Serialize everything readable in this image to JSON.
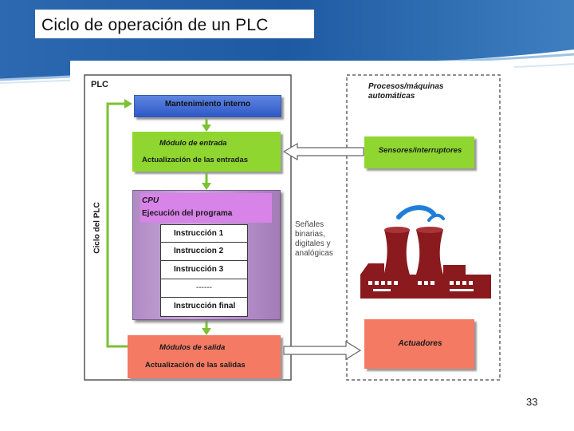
{
  "slide": {
    "title": "Ciclo de operación de un PLC",
    "page_number": "33"
  },
  "colors": {
    "header_blue": "#2a62a8",
    "maintenance_blue": "#2e58c8",
    "green_block": "#8fd630",
    "salmon_block": "#f47a64",
    "cpu_purple": "#b08bc4",
    "cpu_band": "#d783e8",
    "plant_red": "#8a1a1e"
  },
  "diagram": {
    "plc_label": "PLC",
    "cycle_label": "Ciclo del PLC",
    "maintenance": "Mantenimiento interno",
    "input_module": {
      "title": "Módulo de entrada",
      "subtitle": "Actualización de las entradas"
    },
    "cpu": {
      "title": "CPU",
      "subtitle": "Ejecución del programa",
      "instructions": [
        "Instrucción 1",
        "Instruccion 2",
        "Instrucción 3",
        "------",
        "Instrucción final"
      ]
    },
    "output_module": {
      "title": "Módulos de salida",
      "subtitle": "Actualización de las salidas"
    },
    "process_title": "Procesos/máquinas automáticas",
    "sensors": "Sensores/interruptores",
    "signals": "Señales binarias, digitales y analógicas",
    "actuators": "Actuadores",
    "plant_icon": "factory-cooling-tower-icon"
  }
}
